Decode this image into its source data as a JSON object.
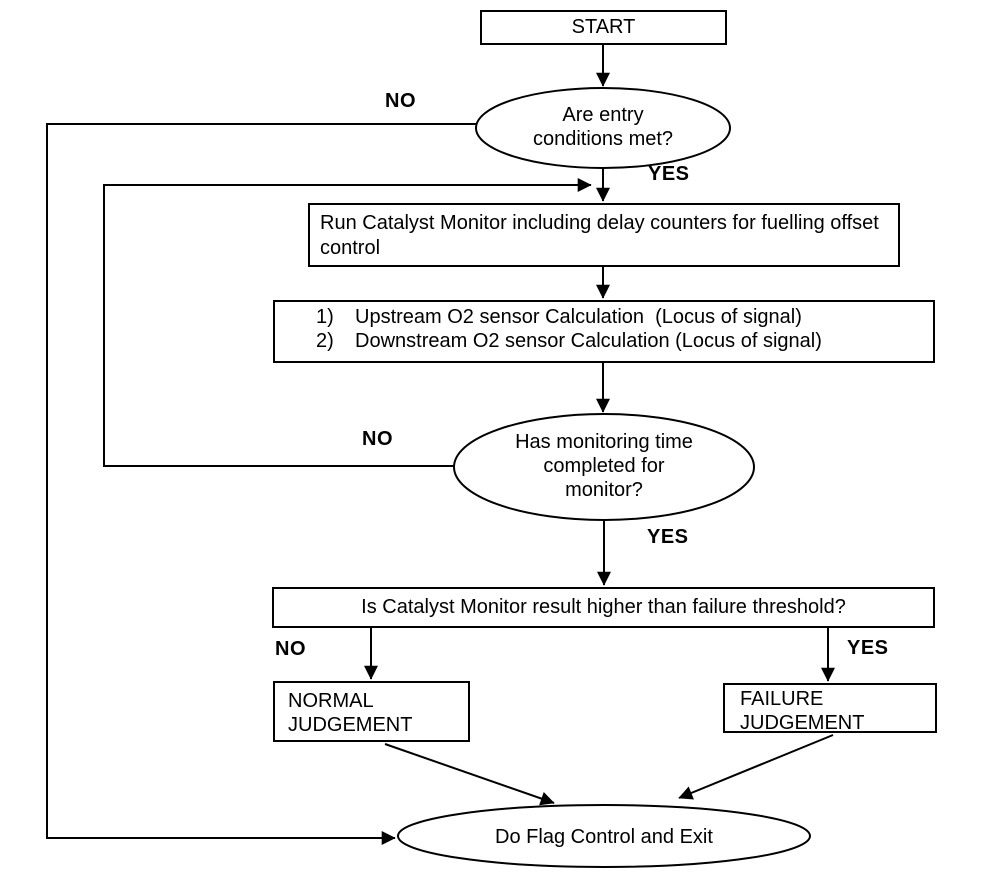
{
  "flowchart": {
    "start": {
      "label": "START"
    },
    "entry_decision": {
      "label": "Are entry conditions met?"
    },
    "run_monitor": {
      "label": "Run Catalyst Monitor including delay counters for fuelling offset control"
    },
    "calc": {
      "items": [
        {
          "num": "1)",
          "text": "Upstream O2 sensor Calculation  (Locus of signal)"
        },
        {
          "num": "2)",
          "text": "Downstream O2 sensor Calculation (Locus of signal)"
        }
      ]
    },
    "time_decision": {
      "label": "Has monitoring time completed for monitor?"
    },
    "threshold_decision": {
      "label": "Is Catalyst Monitor result higher than failure threshold?"
    },
    "normal_judgement": {
      "label": "NORMAL JUDGEMENT"
    },
    "failure_judgement": {
      "label": "FAILURE JUDGEMENT"
    },
    "flag_exit": {
      "label": "Do Flag Control and Exit"
    },
    "edge_labels": {
      "entry_no": "NO",
      "entry_yes": "YES",
      "time_no": "NO",
      "time_yes": "YES",
      "threshold_no": "NO",
      "threshold_yes": "YES"
    },
    "colors": {
      "line": "#000000",
      "background": "#ffffff"
    }
  }
}
